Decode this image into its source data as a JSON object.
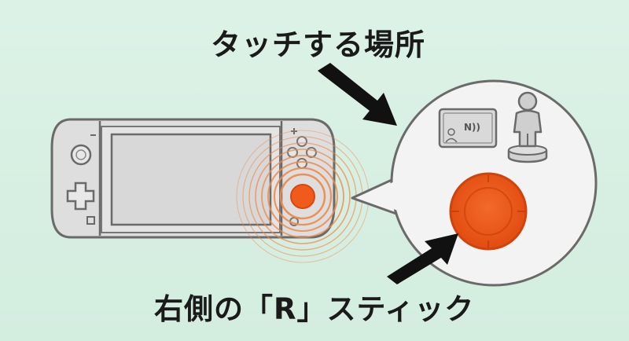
{
  "title": "タッチする場所",
  "bottom_label": "右側の「R」スティック",
  "card_nfc_text": "N))",
  "colors": {
    "background": "#d6eee1",
    "device_stroke": "#6a6a6a",
    "device_fill": "#dcdcdc",
    "screen_fill": "#d7d7d7",
    "stick_orange": "#f05a1a",
    "ring_orange": "#f08040",
    "bubble_fill": "#f3f3f3",
    "arrow": "#111111"
  },
  "icons": [
    "game-console-icon",
    "amiibo-card-icon",
    "amiibo-figure-icon",
    "r-stick-icon",
    "arrow-icon"
  ]
}
